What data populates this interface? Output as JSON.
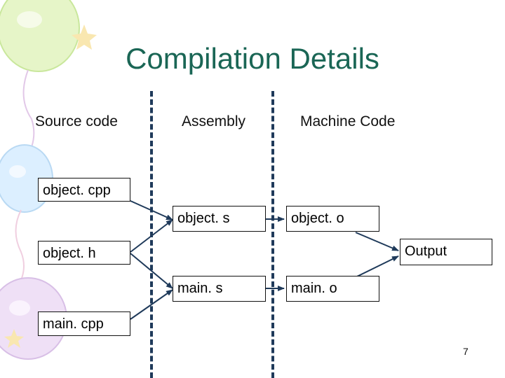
{
  "title": "Compilation Details",
  "columns": {
    "source": "Source code",
    "assembly": "Assembly",
    "machine": "Machine Code"
  },
  "boxes": {
    "object_cpp": "object. cpp",
    "object_h": "object. h",
    "main_cpp": "main. cpp",
    "object_s": "object. s",
    "main_s": "main. s",
    "object_o": "object. o",
    "main_o": "main. o",
    "output": "Output"
  },
  "page_number": "7",
  "colors": {
    "title": "#1a6655",
    "divider": "#1f3a5a",
    "arrow": "#1f3a5a"
  }
}
